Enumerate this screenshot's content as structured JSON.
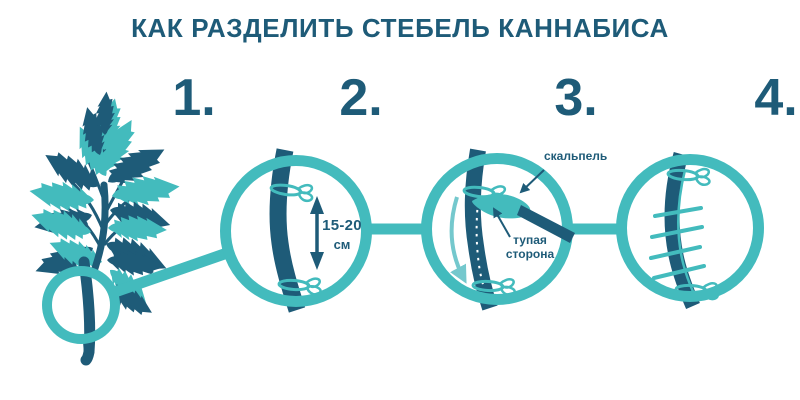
{
  "title": "КАК РАЗДЕЛИТЬ СТЕБЕЛЬ КАННАБИСА",
  "steps": [
    {
      "number": "1."
    },
    {
      "number": "2."
    },
    {
      "number": "3."
    },
    {
      "number": "4."
    }
  ],
  "annotations": {
    "length_value": "15-20",
    "length_unit": "см",
    "scalpel_label": "скальпель",
    "blunt_side_line1": "тупая",
    "blunt_side_line2": "сторона"
  },
  "colors": {
    "teal": "#43BBBD",
    "dark_teal": "#1E5B78",
    "soft_teal": "#74C8CD",
    "background": "#FFFFFF"
  }
}
